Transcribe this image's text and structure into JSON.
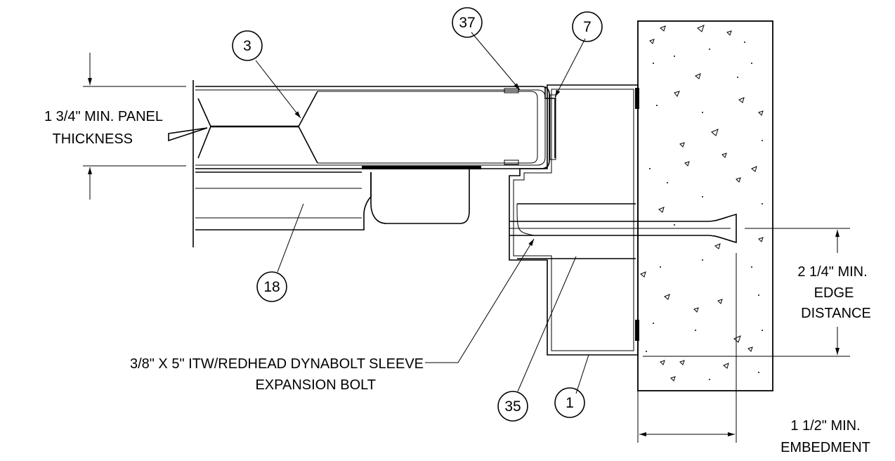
{
  "bubbles": {
    "b3": "3",
    "b37": "37",
    "b7": "7",
    "b18": "18",
    "b35": "35",
    "b1": "1"
  },
  "dimensions": {
    "panel_thickness_line1": "1 3/4\" MIN. PANEL",
    "panel_thickness_line2": "THICKNESS",
    "edge_distance_line1": "2 1/4\" MIN.",
    "edge_distance_line2": "EDGE",
    "edge_distance_line3": "DISTANCE",
    "embedment_line1": "1 1/2\" MIN.",
    "embedment_line2": "EMBEDMENT"
  },
  "callouts": {
    "bolt_line1": "3/8\" X 5\" ITW/REDHEAD DYNABOLT SLEEVE",
    "bolt_line2": "EXPANSION BOLT"
  }
}
